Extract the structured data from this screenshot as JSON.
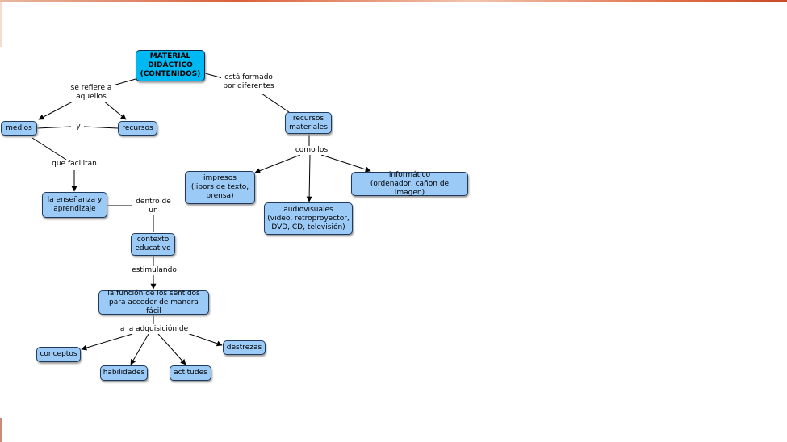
{
  "nodes": {
    "root": "MATERIAL\nDIDÁCTICO\n(CONTENIDOS)",
    "medios": "medios",
    "recursos": "recursos",
    "recursos_materiales": "recursos\nmateriales",
    "ensenanza": "la enseñanza y\naprendizaje",
    "contexto": "contexto\neducativo",
    "funcion": "la función de los sentidos\npara acceder de manera fácil",
    "impresos": "impresos\n(libors de texto,\nprensa)",
    "audiovisuales": "audiovisuales\n(video, retroproyector,\nDVD, CD, televisión)",
    "informatico": "informático\n(ordenador, cañon de imagen)",
    "conceptos": "conceptos",
    "habilidades": "habilidades",
    "actitudes": "actitudes",
    "destrezas": "destrezas"
  },
  "links": {
    "se_refiere": "se refiere a\naquellos",
    "y": "y",
    "esta_formado": "está formado\npor diferentes",
    "que_facilitan": "que facilitan",
    "como_los": "como los",
    "dentro_de": "dentro de\nun",
    "estimulando": "estimulando",
    "adquisicion": "a la adquisición de"
  }
}
